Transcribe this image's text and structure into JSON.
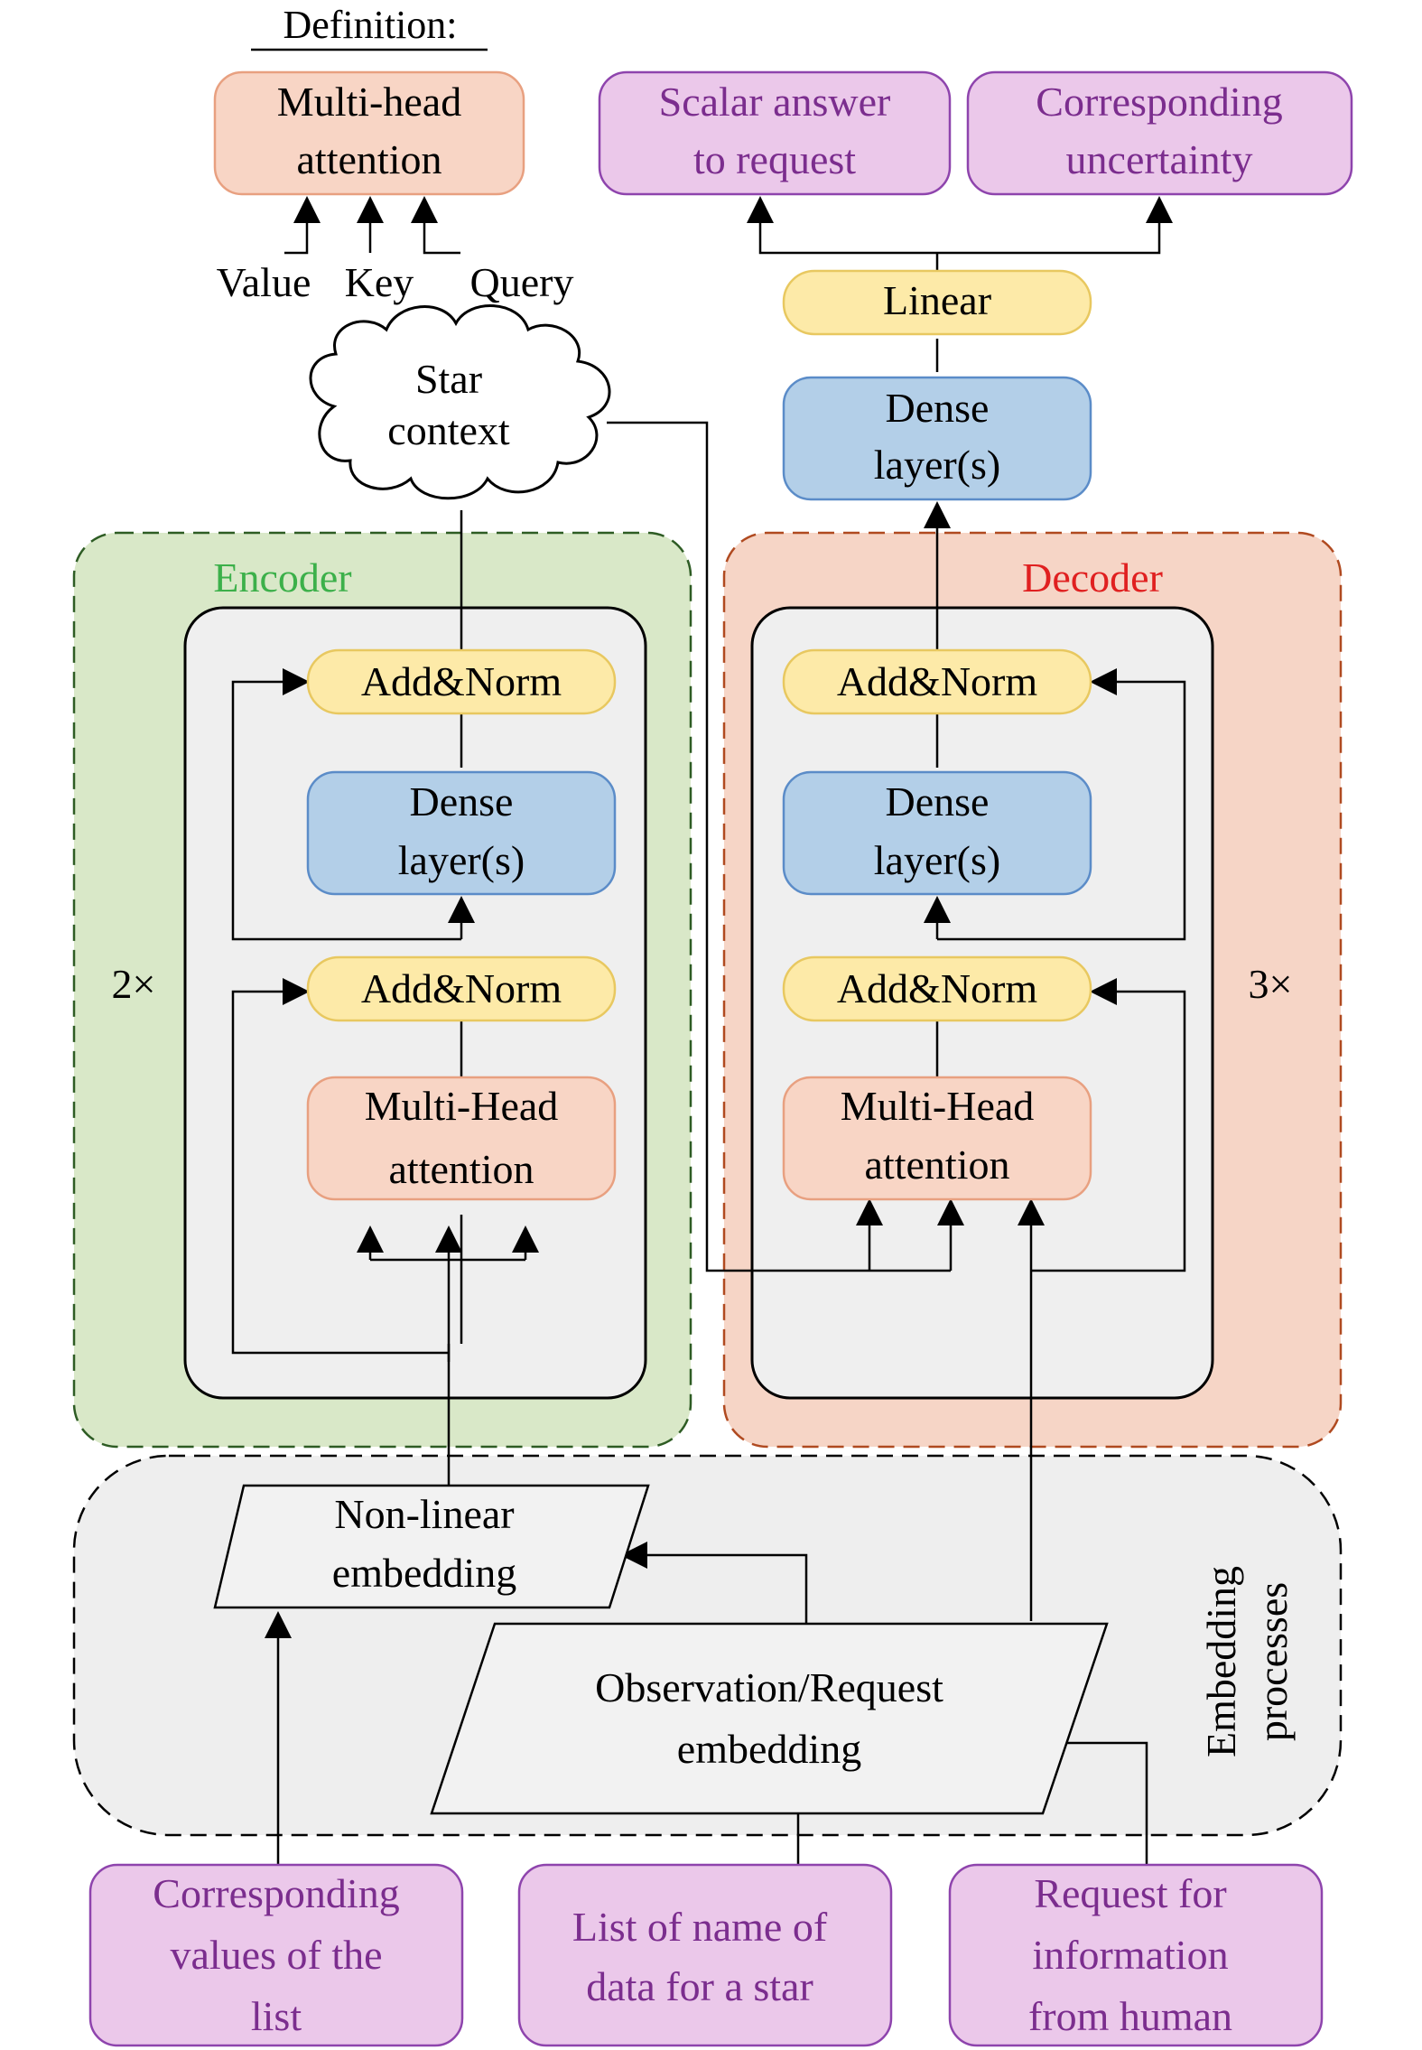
{
  "definition": {
    "title": "Definition:",
    "mha_line1": "Multi-head",
    "mha_line2": "attention",
    "value": "Value",
    "key": "Key",
    "query": "Query"
  },
  "star_context": {
    "line1": "Star",
    "line2": "context"
  },
  "outputs": {
    "answer_line1": "Scalar answer",
    "answer_line2": "to request",
    "uncertainty_line1": "Corresponding",
    "uncertainty_line2": "uncertainty"
  },
  "head": {
    "linear": "Linear",
    "dense_line1": "Dense",
    "dense_line2": "layer(s)"
  },
  "encoder": {
    "label": "Encoder",
    "repeat": "2×",
    "add_norm_top": "Add&Norm",
    "dense_line1": "Dense",
    "dense_line2": "layer(s)",
    "add_norm_bottom": "Add&Norm",
    "mha_line1": "Multi-Head",
    "mha_line2": "attention"
  },
  "decoder": {
    "label": "Decoder",
    "repeat": "3×",
    "add_norm_top": "Add&Norm",
    "dense_line1": "Dense",
    "dense_line2": "layer(s)",
    "add_norm_bottom": "Add&Norm",
    "mha_line1": "Multi-Head",
    "mha_line2": "attention"
  },
  "embedding": {
    "group_line1": "Embedding",
    "group_line2": "processes",
    "nonlinear_line1": "Non-linear",
    "nonlinear_line2": "embedding",
    "obs_line1": "Observation/Request",
    "obs_line2": "embedding"
  },
  "inputs": {
    "values_line1": "Corresponding",
    "values_line2": "values of the",
    "values_line3": "list",
    "names_line1": "List of name of",
    "names_line2": "data for a star",
    "request_line1": "Request for",
    "request_line2": "information",
    "request_line3": "from human"
  },
  "colors": {
    "attention_fill": "#f8d5c5",
    "attention_stroke": "#e8a080",
    "addnorm_fill": "#fdeaa8",
    "addnorm_stroke": "#e8c860",
    "dense_fill": "#b3cfe8",
    "dense_stroke": "#5b8cc8",
    "io_fill": "#ebc8ea",
    "io_stroke": "#8e44ad",
    "io_text": "#7b2d8e",
    "encoder_fill": "#d9e8c8",
    "encoder_stroke": "#2e5c24",
    "encoder_text": "#3cb04a",
    "decoder_fill": "#f6d5c6",
    "decoder_stroke": "#b04a20",
    "decoder_text": "#e02020",
    "embed_fill": "#eeeeee",
    "inner_fill": "#efefef"
  }
}
